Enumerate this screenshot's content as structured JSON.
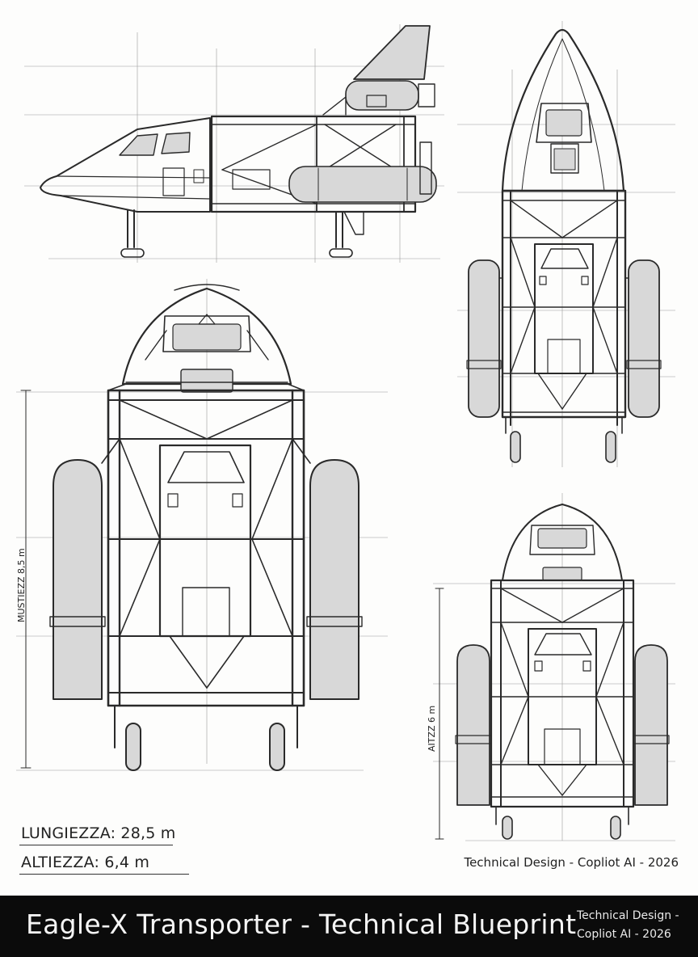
{
  "title": "Eagle-X Transporter - Technical Blueprint",
  "credit_inline": "Technical Design - Copliot AI - 2026",
  "credit_footer_line1": "Technical Design -",
  "credit_footer_line2": "Copliot AI - 2026",
  "specs": {
    "length": "LUNGIEZZA: 28,5 m",
    "height": "ALTIEZZA: 6,4 m"
  },
  "dimension_labels": {
    "front_large": "MUSTIEZZ 8,5 m",
    "front_small": "AITZZ 6 m"
  },
  "colors": {
    "ink": "#2a2a2a",
    "paper": "#fdfdfc",
    "footer_bg": "#0b0b0b",
    "footer_text": "#f5f5f5"
  }
}
